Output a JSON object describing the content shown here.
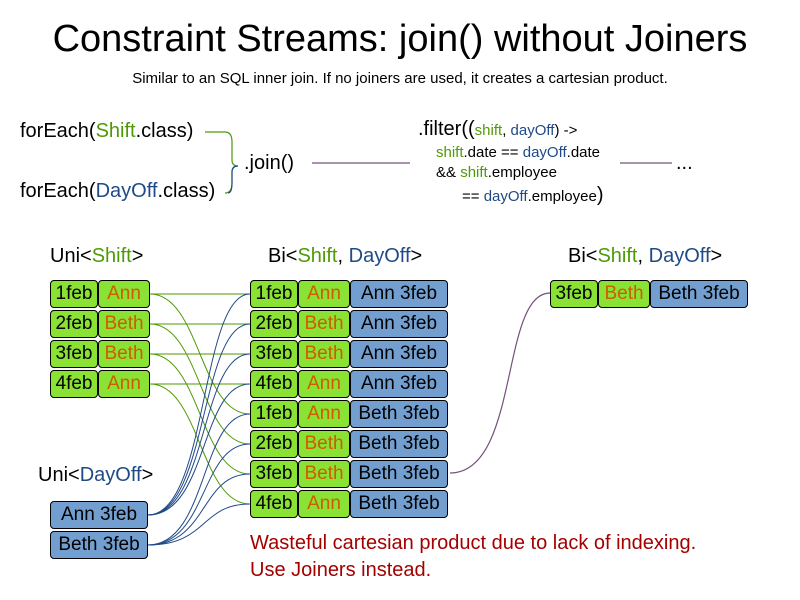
{
  "title": "Constraint Streams: join() without Joiners",
  "subtitle": "Similar to an SQL inner join. If no joiners are used, it creates a cartesian product.",
  "code": {
    "foreach1": {
      "pre": "forEach(",
      "cls": "Shift",
      "post": ".class)"
    },
    "foreach2": {
      "pre": "forEach(",
      "cls": "DayOff",
      "post": ".class)"
    },
    "join": ".join()",
    "filter": {
      "head": ".filter(",
      "open": "(",
      "arg1": "shift",
      "comma": ", ",
      "arg2": "dayOff",
      "arrow": ") ->",
      "l2a": "shift",
      "l2b": ".date == ",
      "l2c": "dayOff",
      "l2d": ".date",
      "l3a": "&& ",
      "l3b": "shift",
      "l3c": ".employee",
      "l4a": "== ",
      "l4b": "dayOff",
      "l4c": ".employee",
      "close": ")"
    },
    "ellipsis": "..."
  },
  "streams": {
    "uni_shift": {
      "pre": "Uni<",
      "t1": "Shift",
      "post": ">"
    },
    "uni_dayoff": {
      "pre": "Uni<",
      "t1": "DayOff",
      "post": ">"
    },
    "bi_join": {
      "pre": "Bi<",
      "t1": "Shift",
      "sep": ", ",
      "t2": "DayOff",
      "post": ">"
    },
    "bi_filter": {
      "pre": "Bi<",
      "t1": "Shift",
      "sep": ", ",
      "t2": "DayOff",
      "post": ">"
    }
  },
  "shifts": [
    {
      "date": "1feb",
      "employee": "Ann"
    },
    {
      "date": "2feb",
      "employee": "Beth"
    },
    {
      "date": "3feb",
      "employee": "Beth"
    },
    {
      "date": "4feb",
      "employee": "Ann"
    }
  ],
  "dayoffs": [
    {
      "label": "Ann 3feb"
    },
    {
      "label": "Beth 3feb"
    }
  ],
  "joined": [
    {
      "date": "1feb",
      "employee": "Ann",
      "dayoff": "Ann 3feb"
    },
    {
      "date": "2feb",
      "employee": "Beth",
      "dayoff": "Ann 3feb"
    },
    {
      "date": "3feb",
      "employee": "Beth",
      "dayoff": "Ann 3feb"
    },
    {
      "date": "4feb",
      "employee": "Ann",
      "dayoff": "Ann 3feb"
    },
    {
      "date": "1feb",
      "employee": "Ann",
      "dayoff": "Beth 3feb"
    },
    {
      "date": "2feb",
      "employee": "Beth",
      "dayoff": "Beth 3feb"
    },
    {
      "date": "3feb",
      "employee": "Beth",
      "dayoff": "Beth 3feb"
    },
    {
      "date": "4feb",
      "employee": "Ann",
      "dayoff": "Beth 3feb"
    }
  ],
  "filtered": [
    {
      "date": "3feb",
      "employee": "Beth",
      "dayoff": "Beth 3feb"
    }
  ],
  "warning": {
    "line1": "Wasteful cartesian product due to lack of indexing.",
    "line2": "Use Joiners instead."
  },
  "colors": {
    "shift_green": "#8ae234",
    "dayoff_blue": "#729fcf",
    "green_text": "#4e9a06",
    "blue_text": "#204a87",
    "employee_orange": "#ce5c00",
    "warning_red": "#a40000",
    "join_line": "#75507b"
  }
}
